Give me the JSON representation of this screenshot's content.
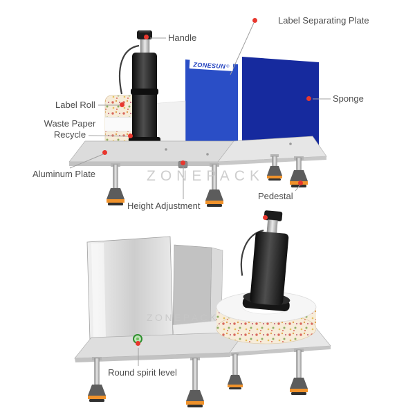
{
  "brand": {
    "logo_text": "ZONESUN",
    "registered_mark": "®",
    "watermark_text": "ZONEPACK"
  },
  "colors": {
    "accent_red": "#e8372e",
    "separating_plate_blue": "#2a4ec6",
    "sponge_blue": "#162a9e",
    "foot_orange": "#f0922b",
    "spirit_level_green": "#2f8f2f",
    "callout_text": "#4d4d4d",
    "watermark_gray": "#c6c6c6"
  },
  "top_view": {
    "callouts": [
      {
        "id": "handle",
        "label": "Handle"
      },
      {
        "id": "label-separating-plate",
        "label": "Label Separating Plate"
      },
      {
        "id": "sponge",
        "label": "Sponge"
      },
      {
        "id": "label-roll",
        "label": "Label Roll"
      },
      {
        "id": "waste-paper-recycle",
        "label": "Waste Paper Recycle"
      },
      {
        "id": "aluminum-plate",
        "label": "Aluminum Plate"
      },
      {
        "id": "height-adjustment",
        "label": "Height Adjustment"
      },
      {
        "id": "pedestal",
        "label": "Pedestal"
      }
    ]
  },
  "bottom_view": {
    "callouts": [
      {
        "id": "round-spirit-level",
        "label": "Round spirit level"
      }
    ]
  }
}
